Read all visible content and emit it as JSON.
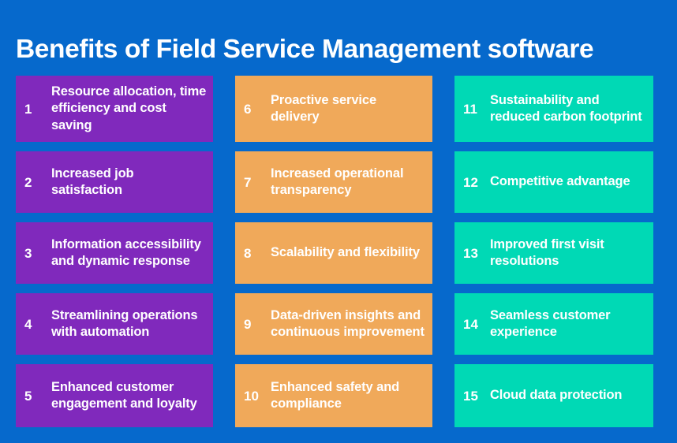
{
  "header": {
    "title": "Benefits of Field Service Management software"
  },
  "colors": {
    "background": "#0669cc",
    "column_1": "#8029bc",
    "column_2": "#f0a95a",
    "column_3": "#00d9b5",
    "text": "#ffffff"
  },
  "columns": [
    {
      "name": "column-purple",
      "color": "#8029bc",
      "cards": [
        {
          "number": "1",
          "label": "Resource allocation, time efficiency and cost saving"
        },
        {
          "number": "2",
          "label": "Increased job satisfaction"
        },
        {
          "number": "3",
          "label": "Information accessibility and dynamic response"
        },
        {
          "number": "4",
          "label": "Streamlining operations with automation"
        },
        {
          "number": "5",
          "label": "Enhanced customer engagement and loyalty"
        }
      ]
    },
    {
      "name": "column-orange",
      "color": "#f0a95a",
      "cards": [
        {
          "number": "6",
          "label": "Proactive service delivery"
        },
        {
          "number": "7",
          "label": "Increased operational transparency"
        },
        {
          "number": "8",
          "label": "Scalability and flexibility"
        },
        {
          "number": "9",
          "label": "Data-driven insights and continuous improvement"
        },
        {
          "number": "10",
          "label": "Enhanced safety and compliance"
        }
      ]
    },
    {
      "name": "column-teal",
      "color": "#00d9b5",
      "cards": [
        {
          "number": "11",
          "label": "Sustainability and reduced carbon footprint"
        },
        {
          "number": "12",
          "label": "Competitive advantage"
        },
        {
          "number": "13",
          "label": "Improved first visit resolutions"
        },
        {
          "number": "14",
          "label": "Seamless customer experience"
        },
        {
          "number": "15",
          "label": "Cloud data protection"
        }
      ]
    }
  ]
}
